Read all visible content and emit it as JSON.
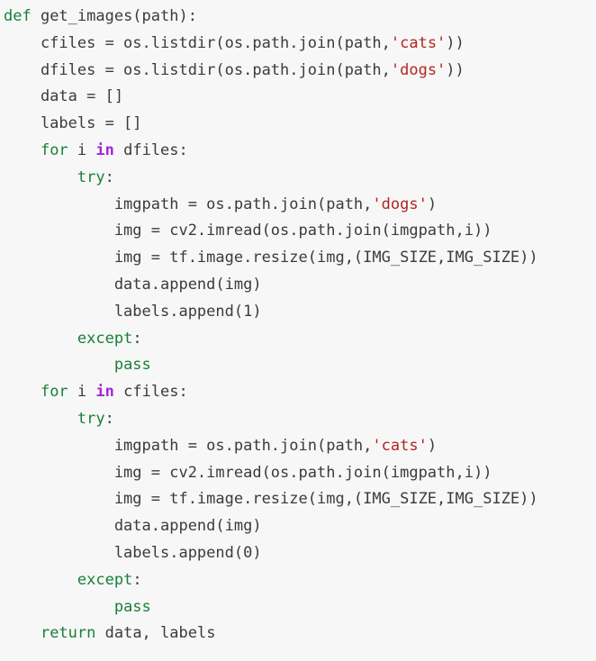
{
  "code": {
    "lines": [
      [
        {
          "t": "def",
          "c": "kw"
        },
        {
          "t": " get_images(path):",
          "c": ""
        }
      ],
      [
        {
          "t": "    cfiles = os.listdir(os.path.join(path,",
          "c": ""
        },
        {
          "t": "'cats'",
          "c": "str"
        },
        {
          "t": "))",
          "c": ""
        }
      ],
      [
        {
          "t": "    dfiles = os.listdir(os.path.join(path,",
          "c": ""
        },
        {
          "t": "'dogs'",
          "c": "str"
        },
        {
          "t": "))",
          "c": ""
        }
      ],
      [
        {
          "t": "    data = []",
          "c": ""
        }
      ],
      [
        {
          "t": "    labels = []",
          "c": ""
        }
      ],
      [
        {
          "t": "    ",
          "c": ""
        },
        {
          "t": "for",
          "c": "kw"
        },
        {
          "t": " i ",
          "c": ""
        },
        {
          "t": "in",
          "c": "kw2"
        },
        {
          "t": " dfiles:",
          "c": ""
        }
      ],
      [
        {
          "t": "        ",
          "c": ""
        },
        {
          "t": "try",
          "c": "kw"
        },
        {
          "t": ":",
          "c": ""
        }
      ],
      [
        {
          "t": "            imgpath = os.path.join(path,",
          "c": ""
        },
        {
          "t": "'dogs'",
          "c": "str"
        },
        {
          "t": ")",
          "c": ""
        }
      ],
      [
        {
          "t": "            img = cv2.imread(os.path.join(imgpath,i))",
          "c": ""
        }
      ],
      [
        {
          "t": "            img = tf.image.resize(img,(IMG_SIZE,IMG_SIZE))",
          "c": ""
        }
      ],
      [
        {
          "t": "            data.append(img)",
          "c": ""
        }
      ],
      [
        {
          "t": "            labels.append(1)",
          "c": ""
        }
      ],
      [
        {
          "t": "        ",
          "c": ""
        },
        {
          "t": "except",
          "c": "kw"
        },
        {
          "t": ":",
          "c": ""
        }
      ],
      [
        {
          "t": "            ",
          "c": ""
        },
        {
          "t": "pass",
          "c": "kw"
        }
      ],
      [
        {
          "t": "    ",
          "c": ""
        },
        {
          "t": "for",
          "c": "kw"
        },
        {
          "t": " i ",
          "c": ""
        },
        {
          "t": "in",
          "c": "kw2"
        },
        {
          "t": " cfiles:",
          "c": ""
        }
      ],
      [
        {
          "t": "        ",
          "c": ""
        },
        {
          "t": "try",
          "c": "kw"
        },
        {
          "t": ":",
          "c": ""
        }
      ],
      [
        {
          "t": "            imgpath = os.path.join(path,",
          "c": ""
        },
        {
          "t": "'cats'",
          "c": "str"
        },
        {
          "t": ")",
          "c": ""
        }
      ],
      [
        {
          "t": "            img = cv2.imread(os.path.join(imgpath,i))",
          "c": ""
        }
      ],
      [
        {
          "t": "            img = tf.image.resize(img,(IMG_SIZE,IMG_SIZE))",
          "c": ""
        }
      ],
      [
        {
          "t": "            data.append(img)",
          "c": ""
        }
      ],
      [
        {
          "t": "            labels.append(0)",
          "c": ""
        }
      ],
      [
        {
          "t": "        ",
          "c": ""
        },
        {
          "t": "except",
          "c": "kw"
        },
        {
          "t": ":",
          "c": ""
        }
      ],
      [
        {
          "t": "            ",
          "c": ""
        },
        {
          "t": "pass",
          "c": "kw"
        }
      ],
      [
        {
          "t": "    ",
          "c": ""
        },
        {
          "t": "return",
          "c": "kw"
        },
        {
          "t": " data, labels",
          "c": ""
        }
      ]
    ]
  },
  "colors": {
    "background": "#f7f7f7",
    "text": "#3b3b3b",
    "keyword": "#1a7f37",
    "operator_keyword": "#a626d6",
    "string": "#b3261e"
  }
}
